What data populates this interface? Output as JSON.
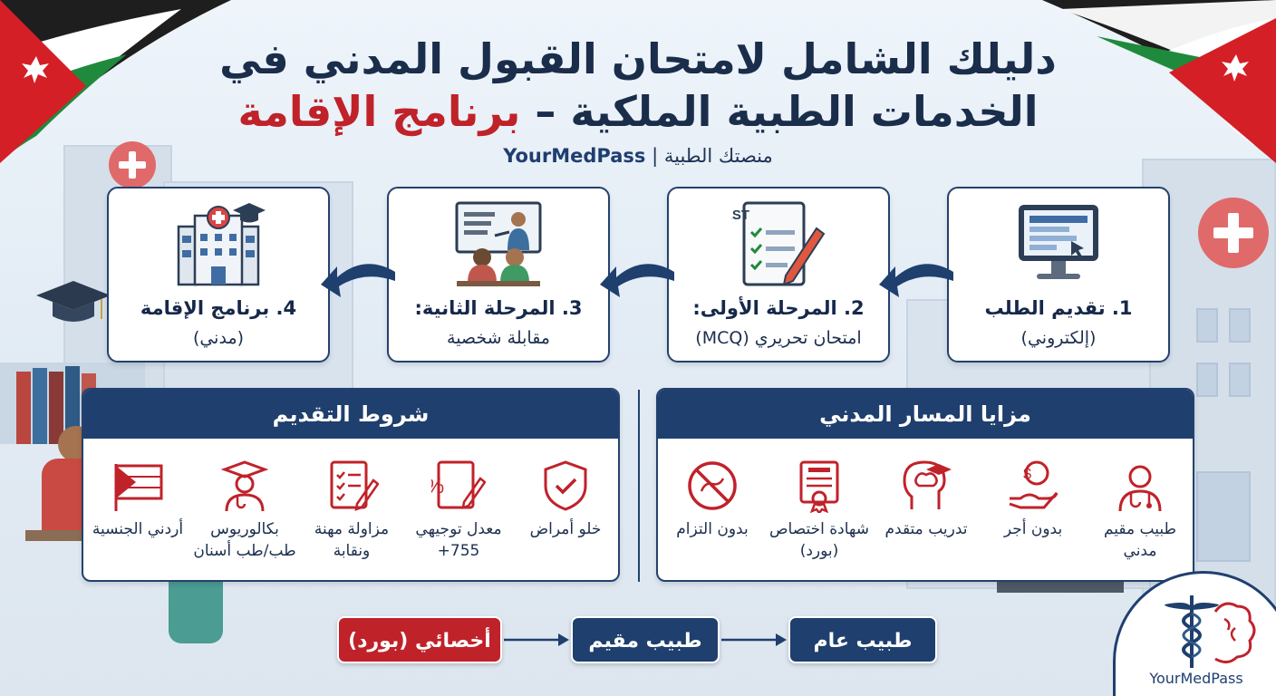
{
  "title": {
    "line1": "دليلك الشامل لامتحان القبول المدني في",
    "line2_prefix": "الخدمات الطبية الملكية – ",
    "line2_highlight": "برنامج الإقامة"
  },
  "subtitle": {
    "platform": "منصتك الطبية",
    "separator": "|",
    "brand": "YourMedPass"
  },
  "steps": [
    {
      "title": "1. تقديم الطلب",
      "detail": "(إلكتروني)",
      "icon": "computer-form-icon"
    },
    {
      "title": "2. المرحلة الأولى:",
      "detail": "امتحان تحريري (MCQ)",
      "icon": "test-paper-icon",
      "icon_text": "TEST"
    },
    {
      "title": "3. المرحلة الثانية:",
      "detail": "مقابلة شخصية",
      "icon": "interview-icon"
    },
    {
      "title": "4. برنامج الإقامة",
      "detail": "(مدني)",
      "icon": "hospital-graduation-icon"
    }
  ],
  "benefits": {
    "header": "مزايا المسار المدني",
    "items": [
      {
        "label": "طبيب مقيم مدني",
        "icon": "doctor-icon"
      },
      {
        "label": "بدون أجر",
        "icon": "money-hand-icon"
      },
      {
        "label": "تدريب متقدم",
        "icon": "brain-training-icon"
      },
      {
        "label": "شهادة اختصاص (بورد)",
        "icon": "certificate-icon"
      },
      {
        "label": "بدون التزام",
        "icon": "no-commitment-icon"
      }
    ]
  },
  "requirements": {
    "header": "شروط التقديم",
    "items": [
      {
        "label": "خلو أمراض",
        "icon": "shield-check-icon"
      },
      {
        "label": "معدل توجيهي 755+",
        "icon": "percent-document-icon"
      },
      {
        "label": "مزاولة مهنة ونقابة",
        "icon": "license-document-icon"
      },
      {
        "label": "بكالوريوس طب/طب أسنان",
        "icon": "graduate-doctor-icon"
      },
      {
        "label": "أردني الجنسية",
        "icon": "jordan-flag-icon"
      }
    ]
  },
  "career_path": [
    {
      "label": "طبيب عام",
      "color": "#1f3f6e"
    },
    {
      "label": "طبيب مقيم",
      "color": "#1f3f6e"
    },
    {
      "label": "أخصائي (بورد)",
      "color": "#c0222a"
    }
  ],
  "logo": {
    "name": "YourMedPass"
  },
  "colors": {
    "navy": "#1f3f6e",
    "red": "#c0222a",
    "green": "#1f8a3c"
  }
}
